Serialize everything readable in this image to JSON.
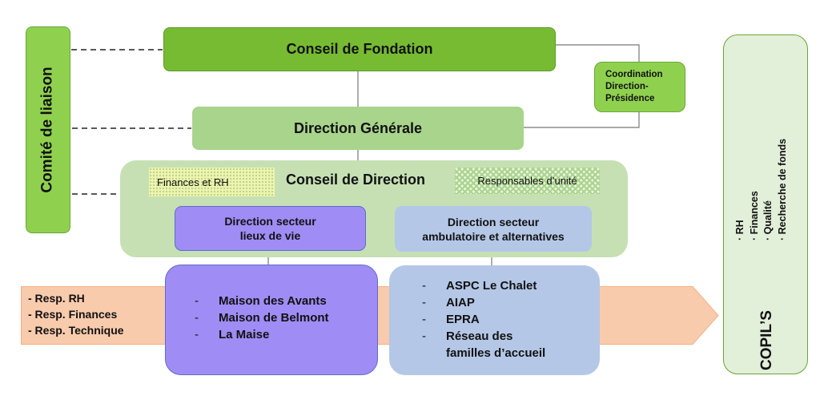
{
  "comite": {
    "label": "Comité de liaison"
  },
  "conseil_fondation": {
    "label": "Conseil de Fondation"
  },
  "coordination": {
    "lines": [
      "Coordination",
      "Direction-",
      "Présidence"
    ]
  },
  "direction_generale": {
    "label": "Direction Générale"
  },
  "conseil_direction": {
    "label": "Conseil de Direction",
    "left_tag": "Finances et RH",
    "right_tag": "Responsables d’unité"
  },
  "secteurs": [
    {
      "title_lines": [
        "Direction secteur",
        "lieux de vie"
      ],
      "units": [
        "Maison des Avants",
        "Maison de Belmont",
        "La Maise"
      ]
    },
    {
      "title_lines": [
        "Direction secteur",
        "ambulatoire et alternatives"
      ],
      "units": [
        "ASPC Le Chalet",
        "AIAP",
        "EPRA",
        "Réseau des",
        "familles d’accueil"
      ]
    }
  ],
  "bullet_dash": "-",
  "transversal": {
    "items": [
      "- Resp. RH",
      "- Resp. Finances",
      "- Resp. Technique"
    ]
  },
  "copil": {
    "title": "COPIL’S",
    "items": [
      "· RH",
      "· Finances",
      "· Qualité",
      "· Recherche de fonds"
    ]
  },
  "colors": {
    "fondation": "#77bb33",
    "comite": "#8fd14f",
    "direction_generale": "#a8d48c",
    "conseil_direction": "#c6e0b4",
    "lieux_de_vie": "#a08cf5",
    "ambulatoire": "#b4c7e7",
    "transversal_arrow": "#f8cbad",
    "copil": "#e2efd9"
  }
}
